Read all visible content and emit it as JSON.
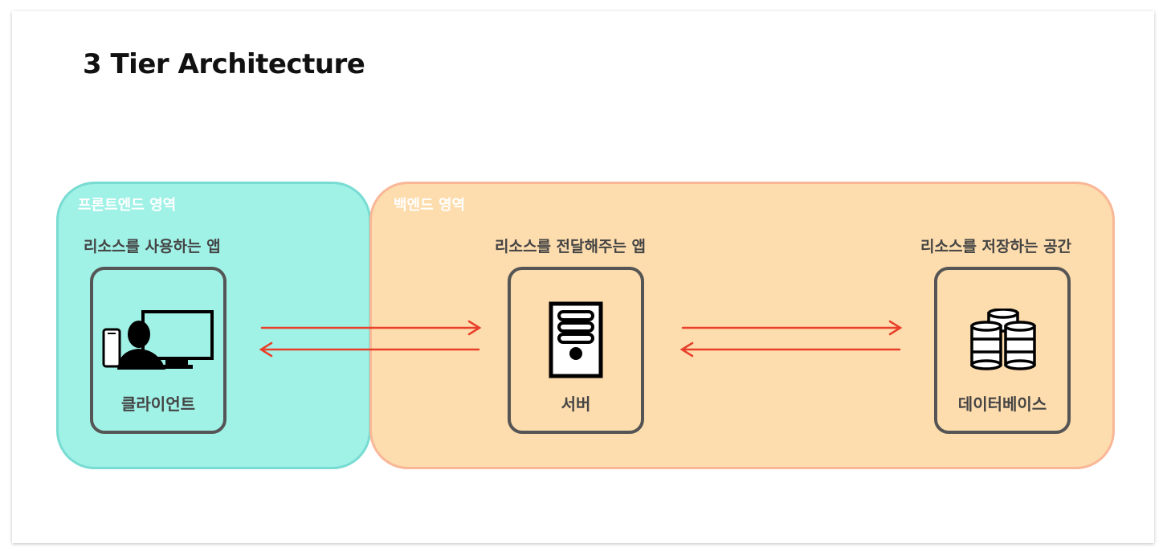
{
  "title": "3 Tier Architecture",
  "zones": {
    "frontend": {
      "label": "프론트엔드 영역",
      "color": "#78EBDC"
    },
    "backend": {
      "label": "백엔드 영역",
      "color": "#FCD296"
    }
  },
  "nodes": {
    "client": {
      "role": "리소스를 사용하는 앱",
      "label": "클라이언트",
      "icon": "client-devices-icon"
    },
    "server": {
      "role": "리소스를 전달해주는 앱",
      "label": "서버",
      "icon": "server-icon"
    },
    "database": {
      "role": "리소스를 저장하는 공간",
      "label": "데이터베이스",
      "icon": "database-icon"
    }
  },
  "connections": [
    {
      "from": "client",
      "to": "server",
      "bidirectional": true,
      "color": "#E8402A"
    },
    {
      "from": "server",
      "to": "database",
      "bidirectional": true,
      "color": "#E8402A"
    }
  ]
}
